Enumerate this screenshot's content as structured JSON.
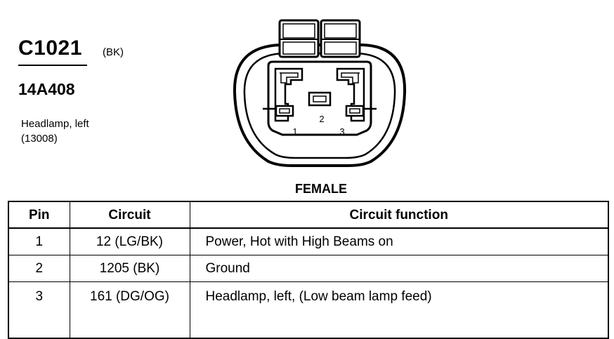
{
  "connector": {
    "id": "C1021",
    "color": "(BK)",
    "part_number": "14A408",
    "description": "Headlamp, left",
    "ref_number": "(13008)",
    "gender": "FEMALE",
    "cavity_labels": [
      "1",
      "2",
      "3"
    ]
  },
  "table": {
    "headers": {
      "pin": "Pin",
      "circuit": "Circuit",
      "function": "Circuit function"
    },
    "rows": [
      {
        "pin": "1",
        "circuit": "12 (LG/BK)",
        "function": "Power, Hot with High Beams on"
      },
      {
        "pin": "2",
        "circuit": "1205 (BK)",
        "function": "Ground"
      },
      {
        "pin": "3",
        "circuit": "161 (DG/OG)",
        "function": "Headlamp, left, (Low beam lamp feed)"
      }
    ]
  }
}
